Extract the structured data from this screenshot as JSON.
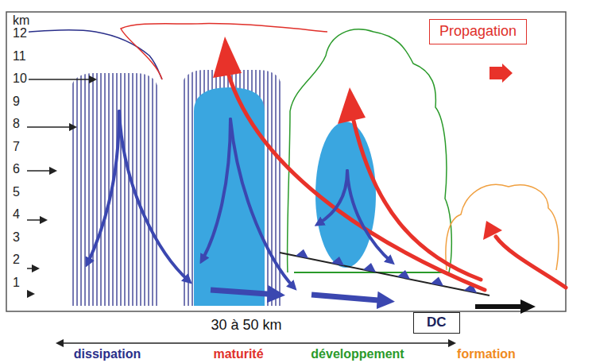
{
  "diagram": {
    "nodes": [
      {
        "text": [
          "Propagation"
        ]
      },
      {
        "text": [
          "DC"
        ]
      }
    ],
    "labels": [
      "km",
      "12",
      "11",
      "10",
      "9",
      "8",
      "7",
      "6",
      "5",
      "4",
      "3",
      "2",
      "1",
      "30 à 50 km",
      "dissipation",
      "maturité",
      "développement",
      "formation"
    ]
  }
}
